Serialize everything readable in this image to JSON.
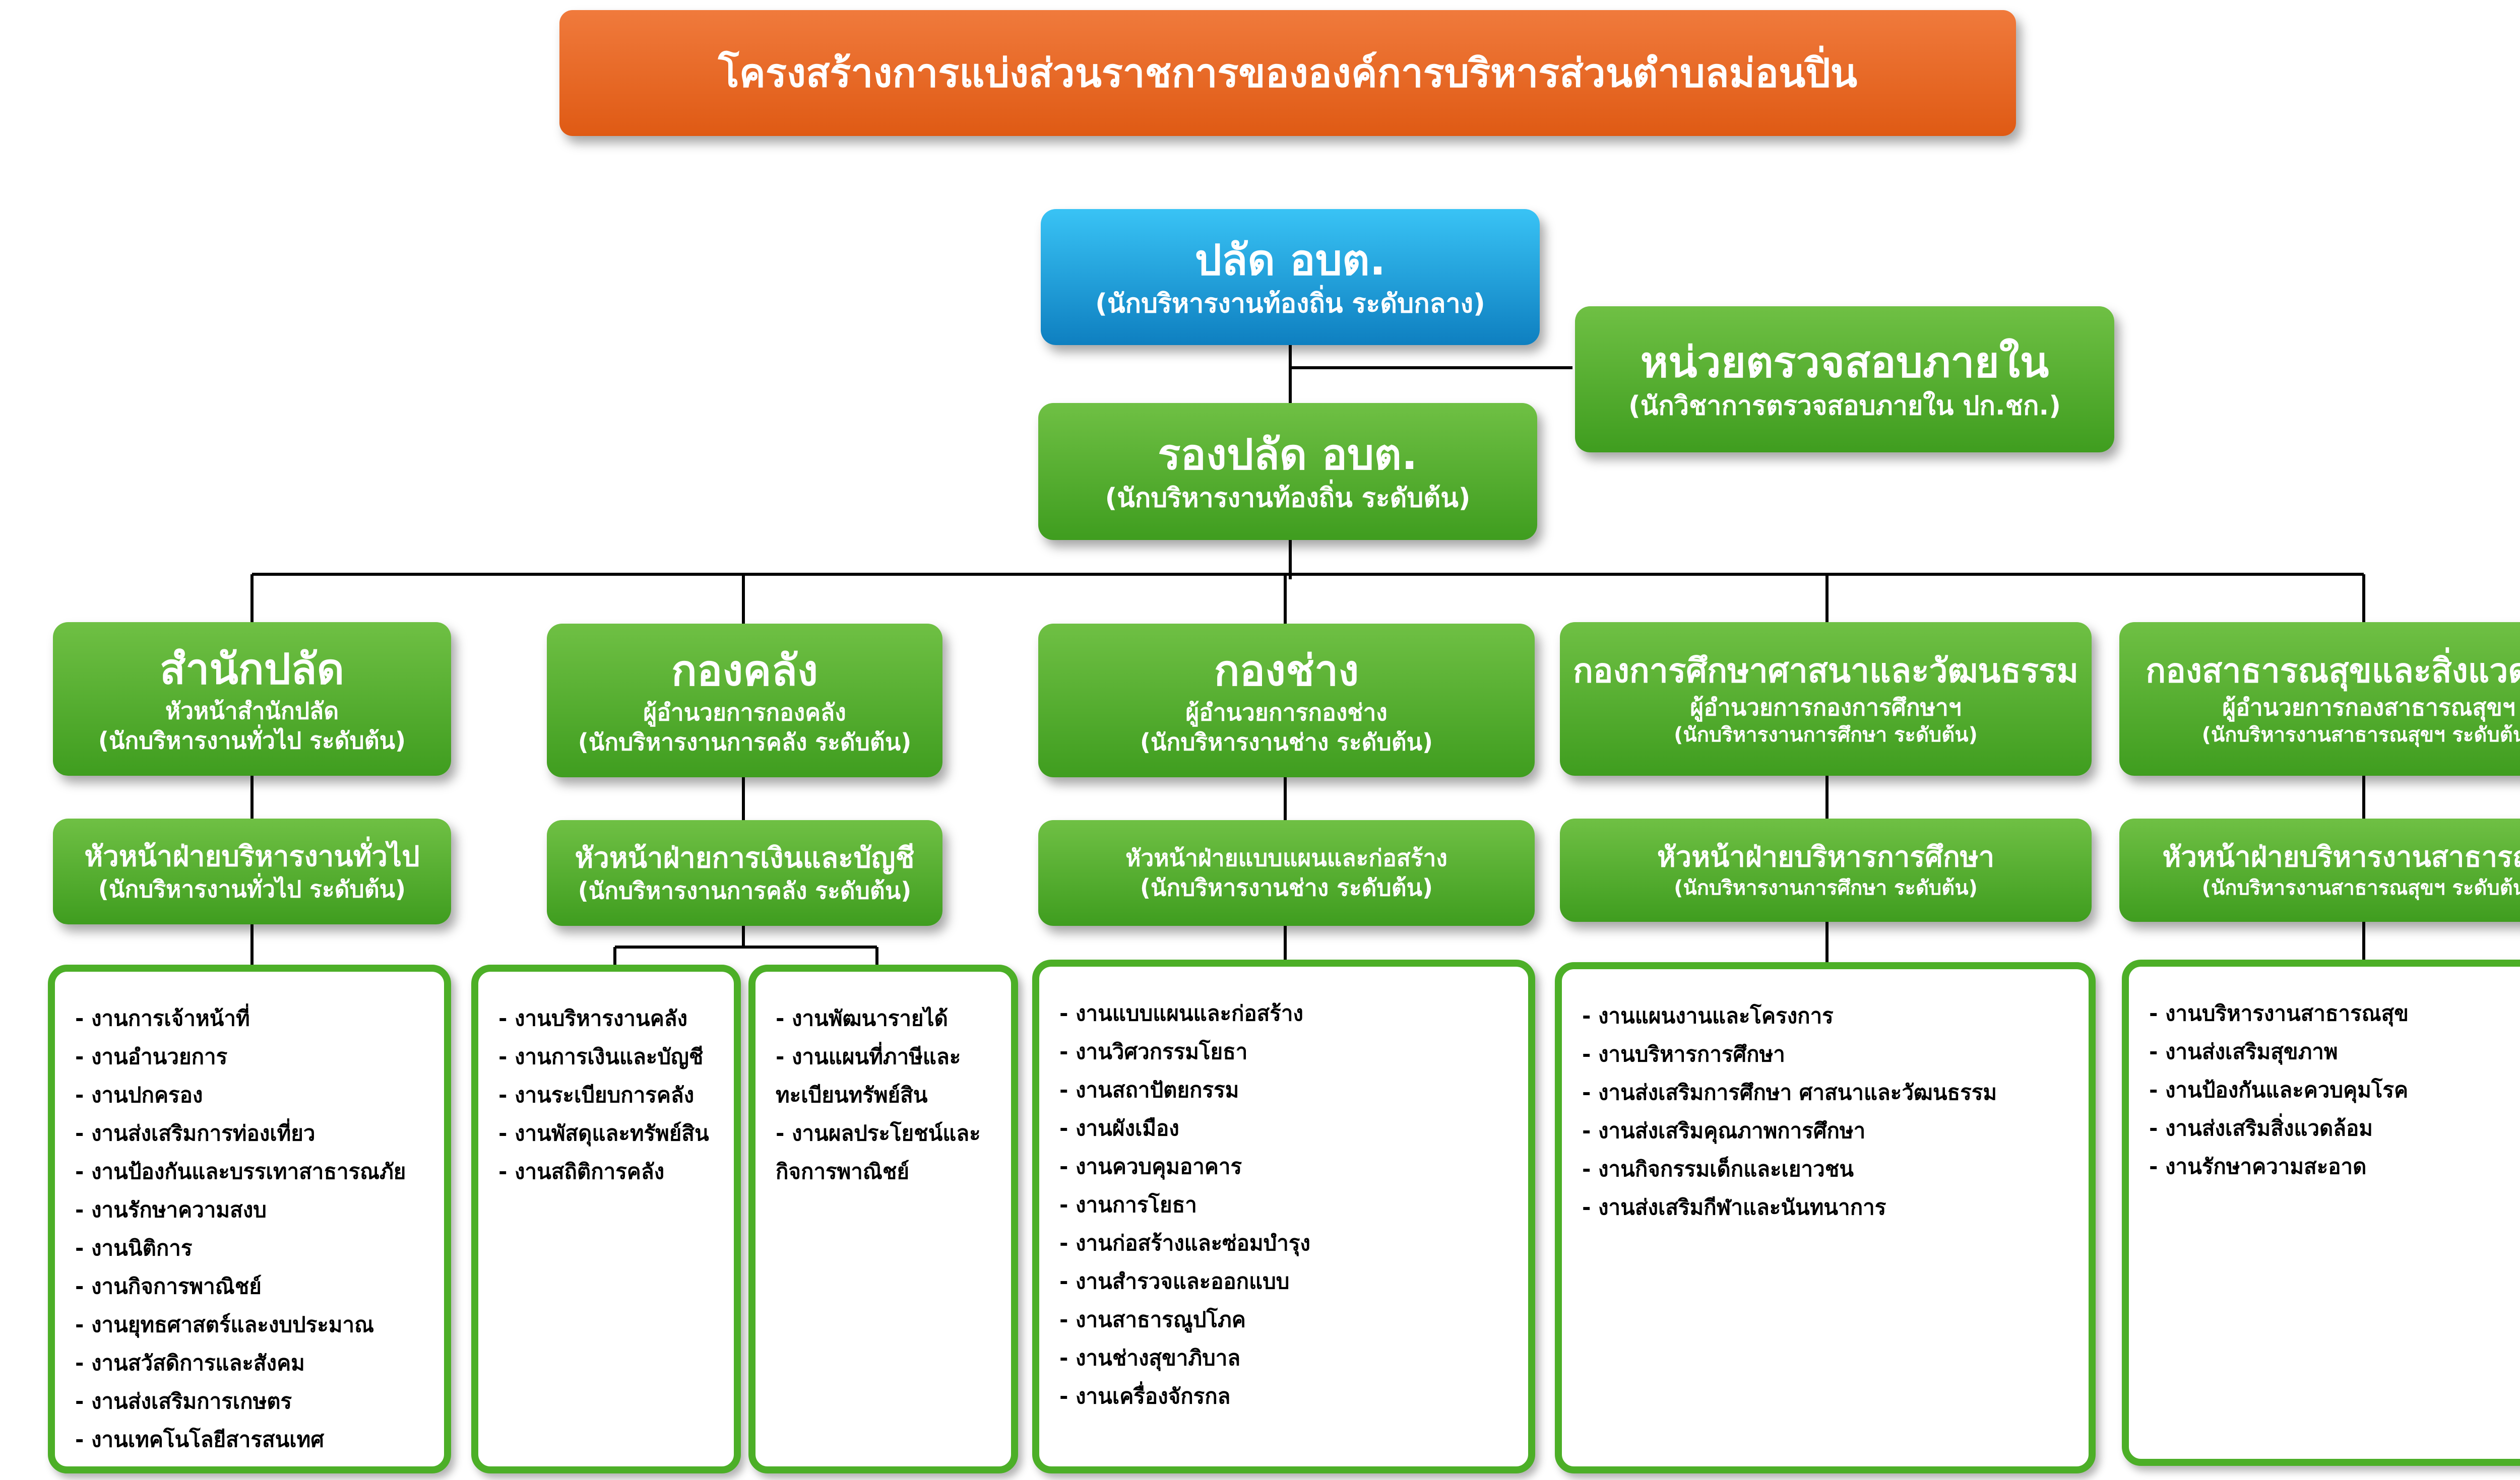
{
  "title": "โครงสร้างการแบ่งส่วนราชการขององค์การบริหารส่วนตำบลม่อนปิ่น",
  "top": {
    "head": {
      "title": "ปลัด อบต.",
      "subtitle": "(นักบริหารงานท้องถิ่น ระดับกลาง)"
    },
    "deputy": {
      "title": "รองปลัด อบต.",
      "subtitle": "(นักบริหารงานท้องถิ่น ระดับต้น)"
    },
    "audit": {
      "title": "หน่วยตรวจสอบภายใน",
      "subtitle": "(นักวิชาการตรวจสอบภายใน ปก.ชก.)"
    }
  },
  "divisions": [
    {
      "name": "สำนักปลัด",
      "head": "หัวหน้าสำนักปลัด",
      "level": "(นักบริหารงานทั่วไป ระดับต้น)",
      "section": {
        "title": "หัวหน้าฝ่ายบริหารงานทั่วไป",
        "level": "(นักบริหารงานทั่วไป ระดับต้น)"
      },
      "tasks": [
        [
          "- งานการเจ้าหน้าที่",
          "- งานอำนวยการ",
          "- งานปกครอง",
          "- งานส่งเสริมการท่องเที่ยว",
          "- งานป้องกันและบรรเทาสาธารณภัย",
          "- งานรักษาความสงบ",
          "- งานนิติการ",
          "- งานกิจการพาณิชย์",
          "- งานยุทธศาสตร์และงบประมาณ",
          "- งานสวัสดิการและสังคม",
          "- งานส่งเสริมการเกษตร",
          "- งานเทคโนโลยีสารสนเทศ"
        ]
      ]
    },
    {
      "name": "กองคลัง",
      "head": "ผู้อำนวยการกองคลัง",
      "level": "(นักบริหารงานการคลัง ระดับต้น)",
      "section": {
        "title": "หัวหน้าฝ่ายการเงินและบัญชี",
        "level": "(นักบริหารงานการคลัง ระดับต้น)"
      },
      "tasks": [
        [
          "- งานบริหารงานคลัง",
          "- งานการเงินและบัญชี",
          "- งานระเบียบการคลัง",
          "- งานพัสดุและทรัพย์สิน",
          "- งานสถิติการคลัง"
        ],
        [
          "- งานพัฒนารายได้",
          "- งานแผนที่ภาษีและทะเบียนทรัพย์สิน",
          "- งานผลประโยชน์และกิจการพาณิชย์"
        ]
      ]
    },
    {
      "name": "กองช่าง",
      "head": "ผู้อำนวยการกองช่าง",
      "level": "(นักบริหารงานช่าง ระดับต้น)",
      "section": {
        "title": "หัวหน้าฝ่ายแบบแผนและก่อสร้าง",
        "level": "(นักบริหารงานช่าง ระดับต้น)"
      },
      "tasks": [
        [
          "- งานแบบแผนและก่อสร้าง",
          "- งานวิศวกรรมโยธา",
          "- งานสถาปัตยกรรม",
          "- งานผังเมือง",
          "- งานควบคุมอาคาร",
          "- งานการโยธา",
          "- งานก่อสร้างและซ่อมบำรุง",
          "- งานสำรวจและออกแบบ",
          "- งานสาธารณูปโภค",
          "- งานช่างสุขาภิบาล",
          "- งานเครื่องจักรกล"
        ]
      ]
    },
    {
      "name": "กองการศึกษาศาสนาและวัฒนธรรม",
      "head": "ผู้อำนวยการกองการศึกษาฯ",
      "level": "(นักบริหารงานการศึกษา ระดับต้น)",
      "section": {
        "title": "หัวหน้าฝ่ายบริหารการศึกษา",
        "level": "(นักบริหารงานการศึกษา ระดับต้น)"
      },
      "tasks": [
        [
          "- งานแผนงานและโครงการ",
          "- งานบริหารการศึกษา",
          "- งานส่งเสริมการศึกษา ศาสนาและวัฒนธรรม",
          "- งานส่งเสริมคุณภาพการศึกษา",
          "- งานกิจกรรมเด็กและเยาวชน",
          "- งานส่งเสริมกีฬาและนันทนาการ"
        ]
      ]
    },
    {
      "name": "กองสาธารณสุขและสิ่งแวดล้อม",
      "head": "ผู้อำนวยการกองสาธารณสุขฯ",
      "level": "(นักบริหารงานสาธารณสุขฯ ระดับต้น)",
      "section": {
        "title": "หัวหน้าฝ่ายบริหารงานสาธารณสุข",
        "level": "(นักบริหารงานสาธารณสุขฯ ระดับต้น)"
      },
      "tasks": [
        [
          "- งานบริหารงานสาธารณสุข",
          "- งานส่งเสริมสุขภาพ",
          "- งานป้องกันและควบคุมโรค",
          "- งานส่งเสริมสิ่งแวดล้อม",
          "- งานรักษาความสะอาด"
        ]
      ]
    }
  ],
  "colors": {
    "title_bar": "#e8661f",
    "node_green": "#4caf27",
    "node_blue": "#1aa3e0",
    "connector": "#000000"
  }
}
